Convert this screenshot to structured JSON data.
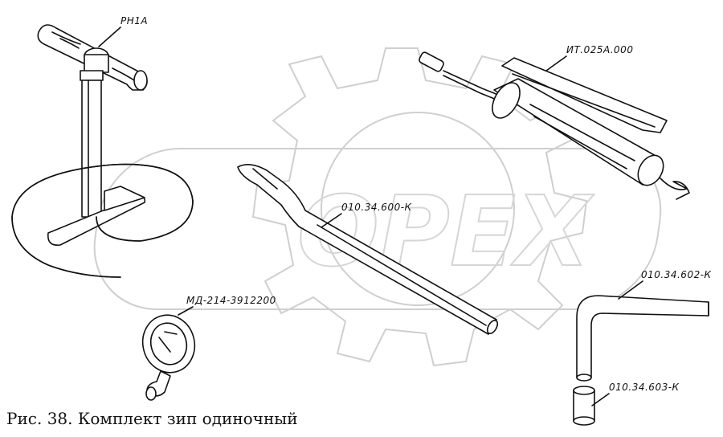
{
  "caption": "Рис. 38. Комплект зип одиночный",
  "watermark_text": "OPEX",
  "parts": {
    "pump": "PH1A",
    "grease_gun": "ИТ.025А.000",
    "tire_lever": "010.34.600-К",
    "pressure_gauge": "МД-214-3912200",
    "wrench": "010.34.602-К",
    "bushing": "010.34.603-К"
  }
}
